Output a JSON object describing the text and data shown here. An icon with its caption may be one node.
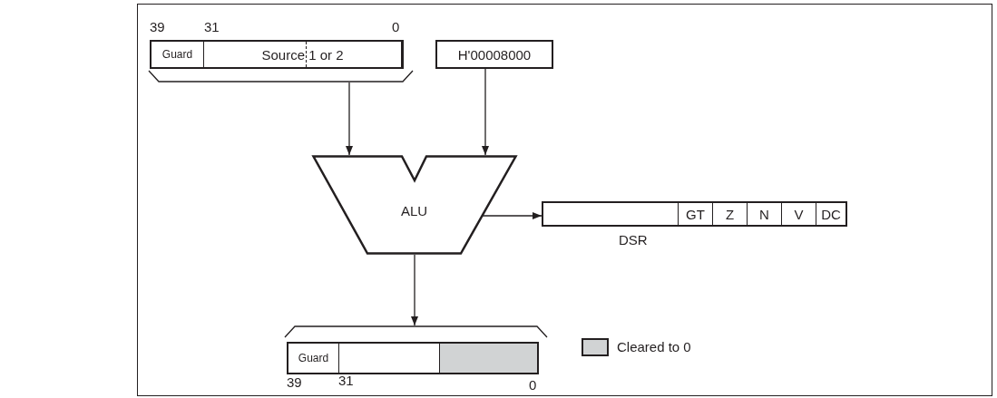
{
  "diagram": {
    "nodes": [
      {
        "text": [
          "Guard",
          "Source 1 or 2"
        ]
      },
      {
        "text": [
          "H'00008000"
        ]
      },
      {
        "text": [
          "ALU"
        ]
      },
      {
        "text": [
          "GT",
          "Z",
          "N",
          "V",
          "DC"
        ],
        "beside": [
          "DSR"
        ]
      },
      {
        "text": [
          "Guard"
        ]
      }
    ],
    "edges": [
      {
        "from": 0,
        "to": 2,
        "arrow": "to"
      },
      {
        "from": 1,
        "to": 2,
        "arrow": "to"
      },
      {
        "from": 2,
        "to": 3,
        "arrow": "to"
      },
      {
        "from": 2,
        "to": 4,
        "arrow": "to"
      }
    ],
    "labels": [
      "39",
      "31",
      "0",
      "39",
      "31",
      "0"
    ],
    "legend": [
      {
        "text": "Cleared to 0",
        "color": "#d1d3d4"
      }
    ]
  }
}
